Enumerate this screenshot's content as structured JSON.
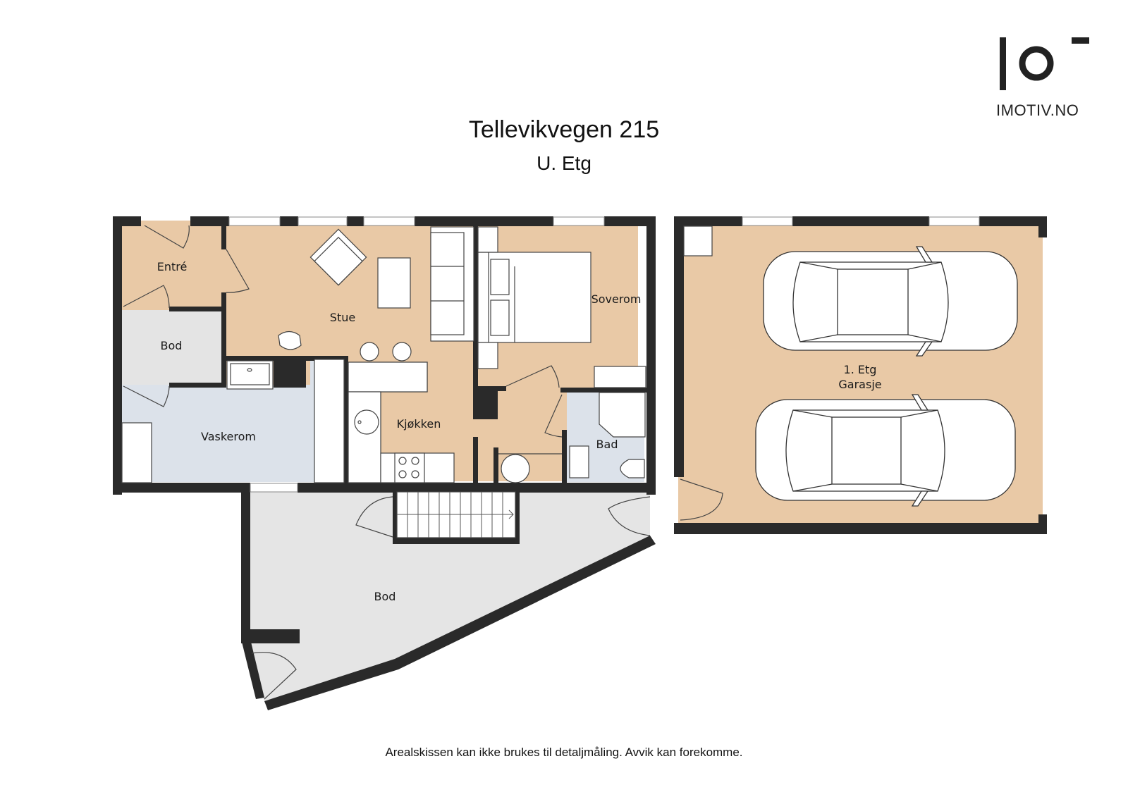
{
  "header": {
    "title": "Tellevikvegen 215",
    "subtitle": "U. Etg"
  },
  "logo": {
    "text": "IMOTIV.NO",
    "icon": "imotiv-logo-icon"
  },
  "rooms": {
    "entre": "Entré",
    "stue": "Stue",
    "bod_upper": "Bod",
    "soverom": "Soverom",
    "vaskerom": "Vaskerom",
    "kjokken": "Kjøkken",
    "bad": "Bad",
    "bod_lower": "Bod",
    "garage_floor": "1. Etg",
    "garage": "Garasje"
  },
  "footer": {
    "disclaimer": "Arealskissen kan ikke brukes til detaljmåling. Avvik kan forekomme."
  },
  "colors": {
    "wall": "#2a2a2a",
    "living_floor": "#e9c9a6",
    "wet_floor": "#dde2ea",
    "storage_floor": "#e5e5e5",
    "furniture": "#ffffff"
  }
}
